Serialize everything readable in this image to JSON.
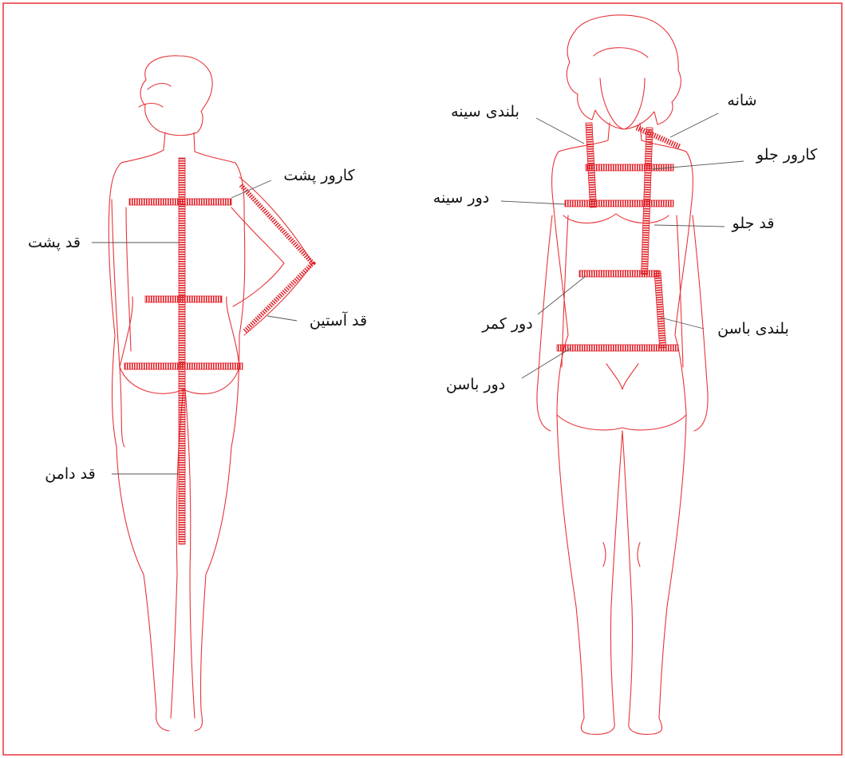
{
  "theme": {
    "line_color": "#e8343a",
    "tape_color": "#e01f27",
    "leader_color": "#555555",
    "text_color": "#111111"
  },
  "figures": {
    "back": {
      "labels": {
        "back_yoke": "کارور پشت",
        "back_length": "قد پشت",
        "sleeve_length": "قد آستین",
        "skirt_length": "قد دامن"
      }
    },
    "front": {
      "labels": {
        "shoulder": "شانه",
        "bust_height": "بلندی سینه",
        "front_yoke": "کارور جلو",
        "bust_circumference": "دور سینه",
        "front_length": "قد جلو",
        "waist_circumference": "دور کمر",
        "hip_height": "بلندی باسن",
        "hip_circumference": "دور باسن"
      }
    }
  }
}
